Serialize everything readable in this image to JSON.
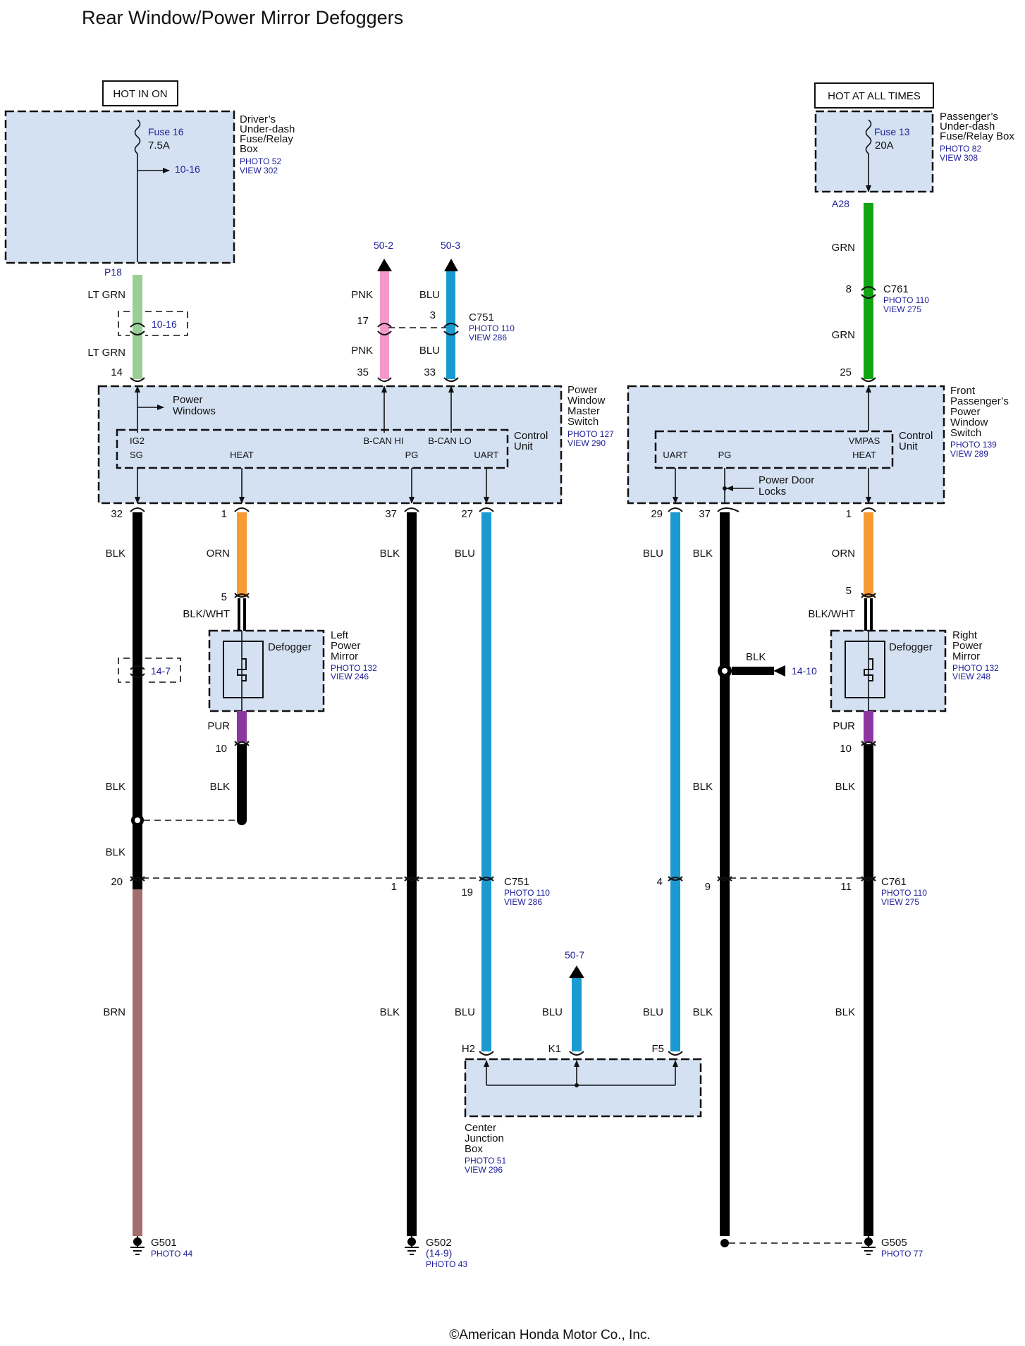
{
  "title": "Rear Window/Power Mirror Defoggers",
  "copyright": "©American Honda Motor Co., Inc.",
  "colors": {
    "box_fill": "#d3e1f2",
    "link_blue": "#1d1d9a",
    "BLK": "#000000",
    "LT GRN": "#97cf94",
    "GRN": "#11a611",
    "PNK": "#f49ac9",
    "BLU": "#1b9ad1",
    "ORN": "#f79a32",
    "PUR": "#8e36a0",
    "BRN": "#a36e6e"
  },
  "power": {
    "left_label": "HOT IN ON",
    "right_label": "HOT AT ALL TIMES"
  },
  "boxes": {
    "driver_fuse": {
      "name_lines": [
        "Driver’s",
        "Under-dash",
        "Fuse/Relay",
        "Box"
      ],
      "photo": "PHOTO 52",
      "view": "VIEW 302",
      "fuse": "Fuse 16",
      "rating": "7.5A",
      "ref": "10-16",
      "terminal": "P18"
    },
    "pass_fuse": {
      "name_lines": [
        "Passenger’s",
        "Under-dash",
        "Fuse/Relay Box"
      ],
      "photo": "PHOTO 82",
      "view": "VIEW 308",
      "fuse": "Fuse 13",
      "rating": "20A",
      "terminal": "A28"
    },
    "master_switch": {
      "name_lines": [
        "Power",
        "Window",
        "Master",
        "Switch"
      ],
      "photo": "PHOTO 127",
      "view": "VIEW 290",
      "control_unit": [
        "Control",
        "Unit"
      ],
      "power_windows": [
        "Power",
        "Windows"
      ],
      "pins": {
        "ig2": "IG2",
        "sg": "SG",
        "heat": "HEAT",
        "bcanhi": "B-CAN HI",
        "bcanlo": "B-CAN LO",
        "pg": "PG",
        "uart": "UART"
      }
    },
    "front_pass_switch": {
      "name_lines": [
        "Front",
        "Passenger’s",
        "Power",
        "Window",
        "Switch"
      ],
      "photo": "PHOTO 139",
      "view": "VIEW 289",
      "control_unit": [
        "Control",
        "Unit"
      ],
      "door_locks": [
        "Power Door",
        "Locks"
      ],
      "pins": {
        "uart": "UART",
        "pg": "PG",
        "vmpas": "VMPAS",
        "heat": "HEAT"
      }
    },
    "left_mirror": {
      "name_lines": [
        "Left",
        "Power",
        "Mirror"
      ],
      "photo": "PHOTO 132",
      "view": "VIEW 246",
      "defogger": "Defogger"
    },
    "right_mirror": {
      "name_lines": [
        "Right",
        "Power",
        "Mirror"
      ],
      "photo": "PHOTO 132",
      "view": "VIEW 248",
      "defogger": "Defogger"
    },
    "center_jb": {
      "name_lines": [
        "Center",
        "Junction",
        "Box"
      ],
      "photo": "PHOTO 51",
      "view": "VIEW 296"
    }
  },
  "connectors": {
    "c751_top": {
      "name": "C751",
      "photo": "PHOTO 110",
      "view": "VIEW 286"
    },
    "c761_top": {
      "name": "C761",
      "photo": "PHOTO 110",
      "view": "VIEW 275"
    },
    "c751_bot": {
      "name": "C751",
      "photo": "PHOTO 110",
      "view": "VIEW 286"
    },
    "c761_bot": {
      "name": "C761",
      "photo": "PHOTO 110",
      "view": "VIEW 275"
    }
  },
  "arrows_out": {
    "a": "50-2",
    "b": "50-3",
    "c": "50-7"
  },
  "refs": {
    "ref_10_16": "10-16",
    "ref_14_7": "14-7",
    "ref_14_10": "14-10"
  },
  "wire_labels": {
    "lt_grn_1": "LT GRN",
    "lt_grn_2": "LT GRN",
    "grn_1": "GRN",
    "grn_2": "GRN",
    "pnk_1": "PNK",
    "pnk_2": "PNK",
    "blu_1": "BLU",
    "blu_2": "BLU",
    "blk_32": "BLK",
    "orn_l": "ORN",
    "blk_37": "BLK",
    "blu_27": "BLU",
    "blu_29": "BLU",
    "blk_37r": "BLK",
    "orn_r": "ORN",
    "blkwht_l": "BLK/WHT",
    "blkwht_r": "BLK/WHT",
    "pur_l": "PUR",
    "pur_r": "PUR",
    "blk_l_a": "BLK",
    "blk_l_b": "BLK",
    "blk_l_c": "BLK",
    "blk_r_a": "BLK",
    "blk_r_b": "BLK",
    "blk_1410": "BLK",
    "brn": "BRN",
    "blk_g502": "BLK",
    "blu_h2": "BLU",
    "blu_k1": "BLU",
    "blu_f5": "BLU",
    "blk_g505a": "BLK",
    "blk_g505b": "BLK"
  },
  "pins": {
    "p14": "14",
    "p17": "17",
    "p35": "35",
    "p3": "3",
    "p33": "33",
    "p8": "8",
    "p25": "25",
    "p32": "32",
    "p1l": "1",
    "p37": "37",
    "p27": "27",
    "p29": "29",
    "p37r": "37",
    "p1r": "1",
    "p5l": "5",
    "p5r": "5",
    "p10l": "10",
    "p10r": "10",
    "p20": "20",
    "p1b": "1",
    "p19": "19",
    "p4": "4",
    "p9": "9",
    "p11": "11",
    "h2": "H2",
    "k1": "K1",
    "f5": "F5"
  },
  "grounds": {
    "g501": {
      "name": "G501",
      "photo": "PHOTO 44"
    },
    "g502": {
      "name": "G502",
      "sub": "(14-9)",
      "photo": "PHOTO 43"
    },
    "g505": {
      "name": "G505",
      "photo": "PHOTO 77"
    }
  }
}
